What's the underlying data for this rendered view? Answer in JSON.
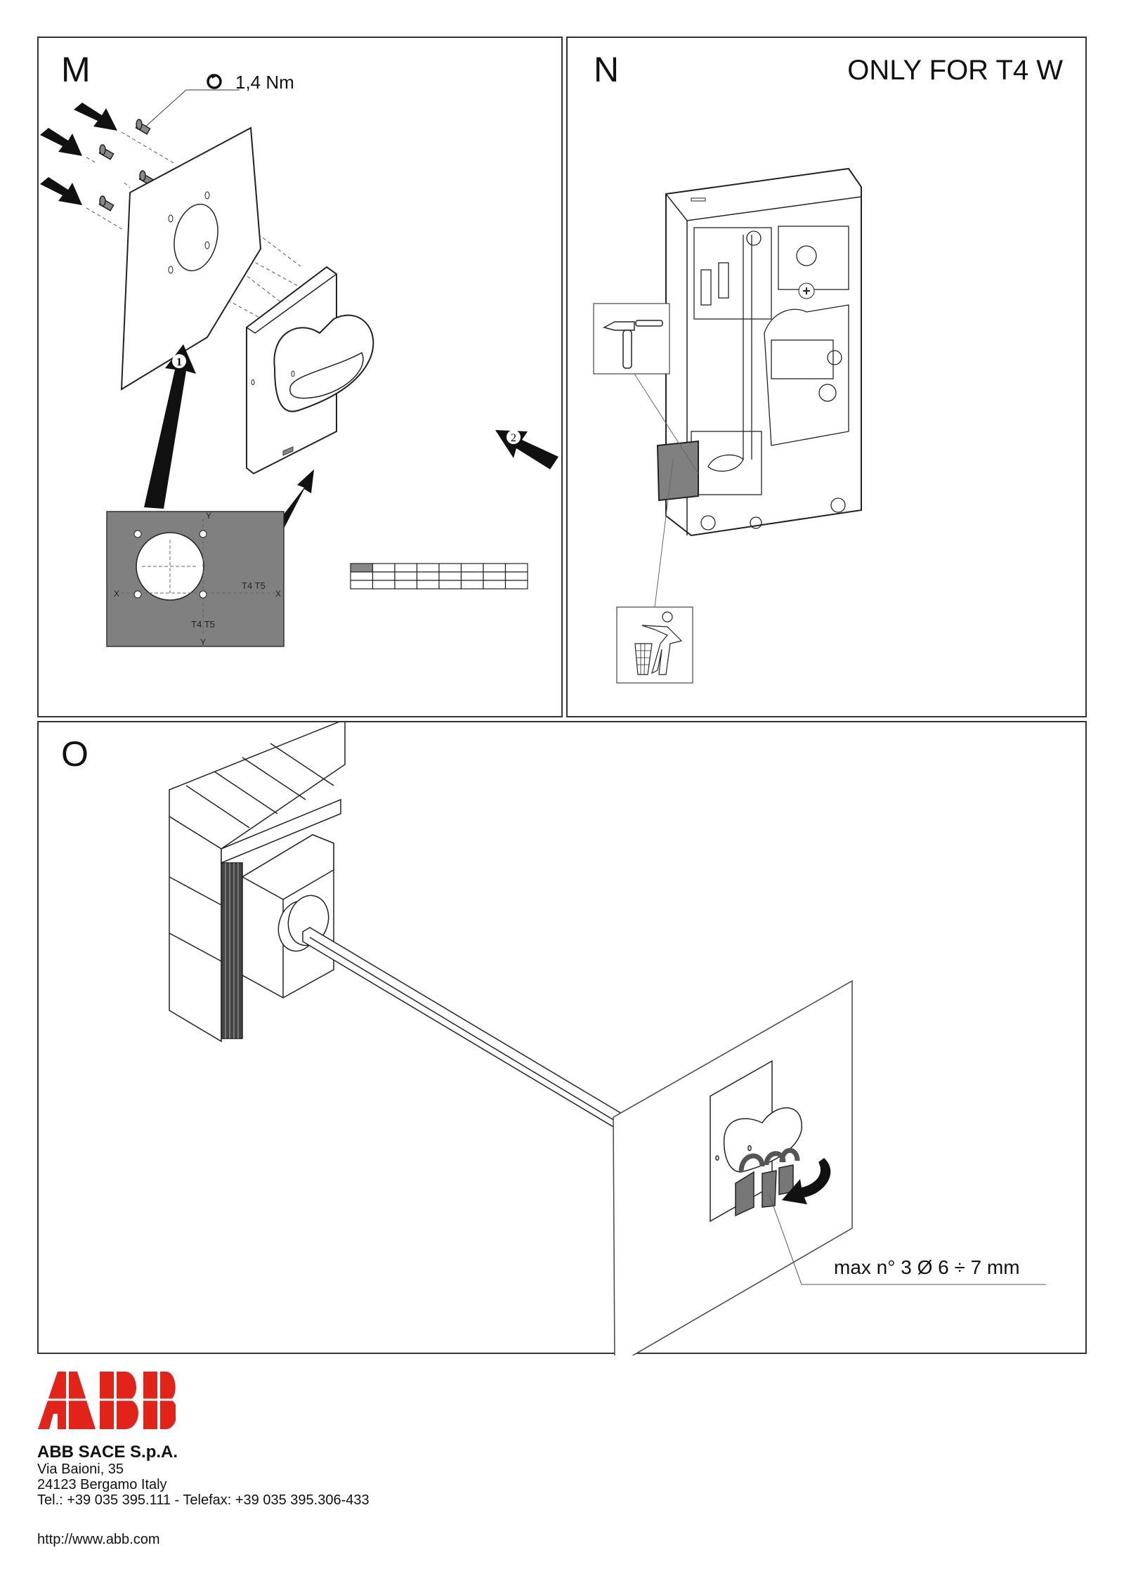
{
  "panels": {
    "m": {
      "letter": "M",
      "torque_label": "1,4 Nm",
      "step1_label": "1",
      "step2_label": "2",
      "template": {
        "axis_x": "X",
        "axis_y": "Y",
        "label_horizontal": "T4 T5",
        "label_vertical": "T4 T5"
      },
      "label_table": {
        "rows": 3,
        "columns": 8,
        "highlighted_cell": [
          0,
          0
        ]
      }
    },
    "n": {
      "letter": "N",
      "heading": "ONLY FOR T4 W",
      "icons": [
        "hammer-icon",
        "dispose-in-bin-icon"
      ]
    },
    "o": {
      "letter": "O",
      "padlock_note": "max n° 3   Ø 6 ÷ 7 mm"
    }
  },
  "footer": {
    "logo_text": "ABB",
    "brand_color": "#e2231a",
    "company": "ABB SACE S.p.A.",
    "address_line1": "Via Baioni, 35",
    "address_line2": "24123 Bergamo Italy",
    "phone_line": "Tel.: +39 035 395.111 - Telefax: +39 035 395.306-433",
    "website": "http://www.abb.com"
  }
}
